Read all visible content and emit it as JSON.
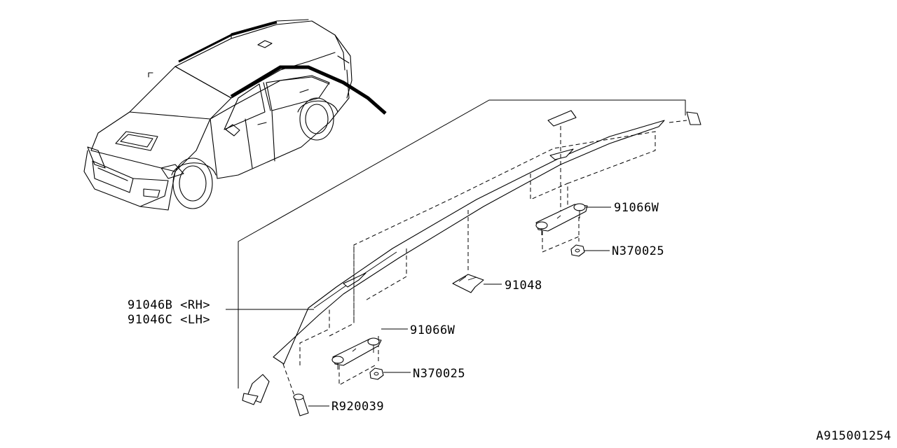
{
  "diagram": {
    "doc_number": "A915001254",
    "labels": {
      "molding_rh": "91046B <RH>",
      "molding_lh": "91046C <LH>",
      "clip_upper": "91066W",
      "nut_upper": "N370025",
      "clip_center": "91048",
      "clip_lower": "91066W",
      "nut_lower": "N370025",
      "end_screw": "R920039"
    }
  }
}
